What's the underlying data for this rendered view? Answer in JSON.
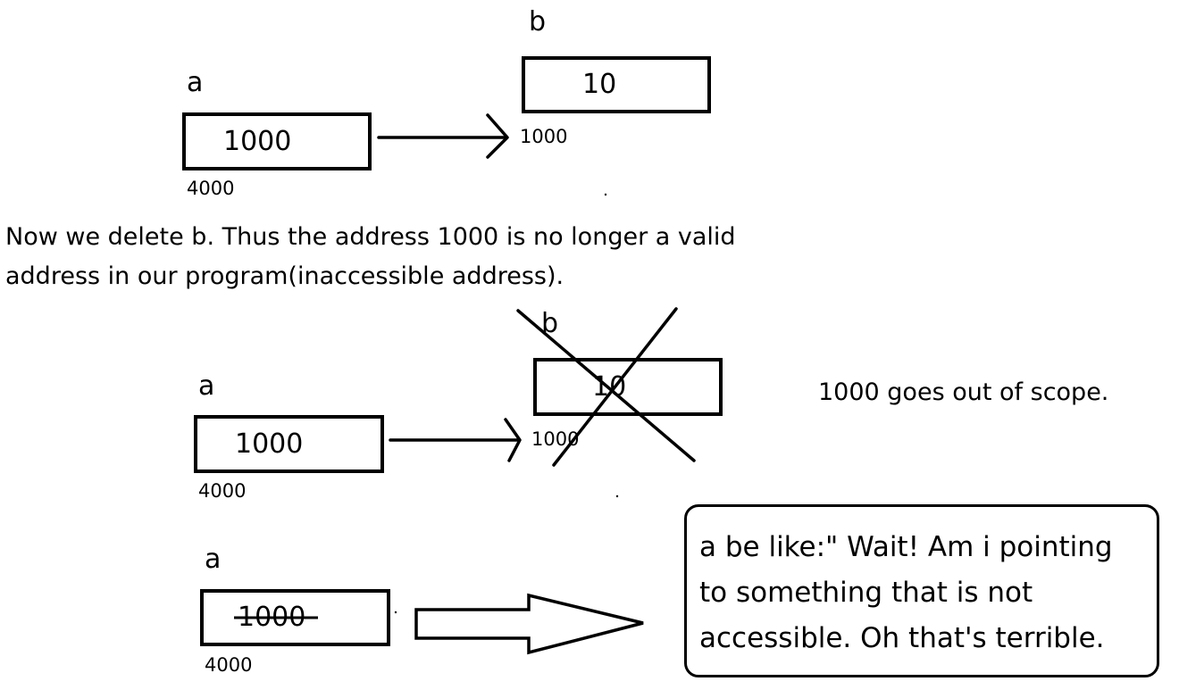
{
  "stage1": {
    "a": {
      "name": "a",
      "value": "1000",
      "address": "4000"
    },
    "b": {
      "name": "b",
      "value": "10",
      "address": "1000"
    }
  },
  "explanation": {
    "line1": "Now we delete b.  Thus   the address 1000 is no longer a valid",
    "line2": "address in our program(inaccessible address)."
  },
  "stage2": {
    "a": {
      "name": "a",
      "value": "1000",
      "address": "4000"
    },
    "b": {
      "name": "b",
      "value": "10",
      "address": "1000",
      "deleted": true
    },
    "note": "1000 goes out of scope."
  },
  "stage3": {
    "a": {
      "name": "a",
      "value": "1000",
      "value_struck": true,
      "address": "4000"
    },
    "callout": {
      "line1": "a be like:\" Wait! Am i pointing",
      "line2": "to something that is not",
      "line3": "accessible. Oh that's terrible."
    }
  }
}
